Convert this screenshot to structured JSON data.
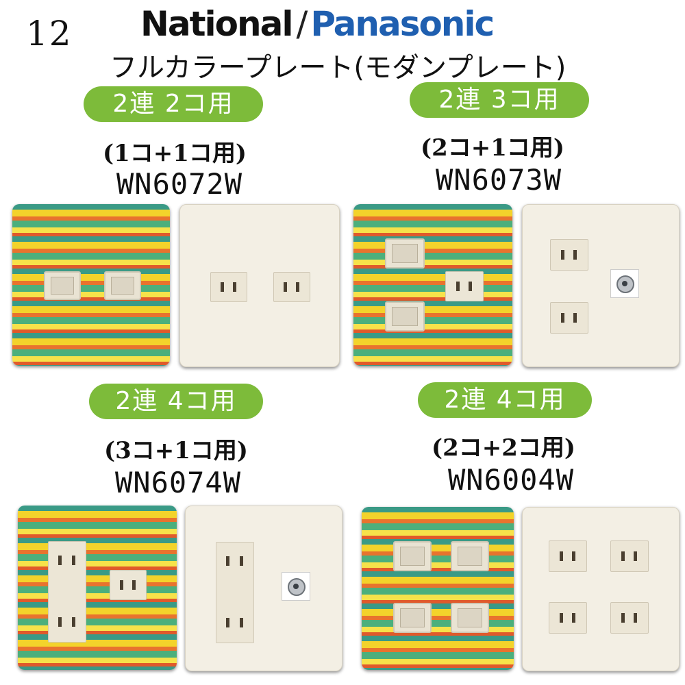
{
  "page_number": "12",
  "brand": {
    "national": "National",
    "separator": "/",
    "panasonic": "Panasonic"
  },
  "subtitle": "フルカラープレート(モダンプレート)",
  "colors": {
    "badge": "#7dbb3a",
    "panasonic_blue": "#1f5fb0"
  },
  "products": [
    {
      "badge": "2連 2コ用",
      "config": "(1コ+1コ用)",
      "model": "WN6072W"
    },
    {
      "badge": "2連 3コ用",
      "config": "(2コ+1コ用)",
      "model": "WN6073W"
    },
    {
      "badge": "2連 4コ用",
      "config": "(3コ+1コ用)",
      "model": "WN6074W"
    },
    {
      "badge": "2連 4コ用",
      "config": "(2コ+2コ用)",
      "model": "WN6004W"
    }
  ]
}
